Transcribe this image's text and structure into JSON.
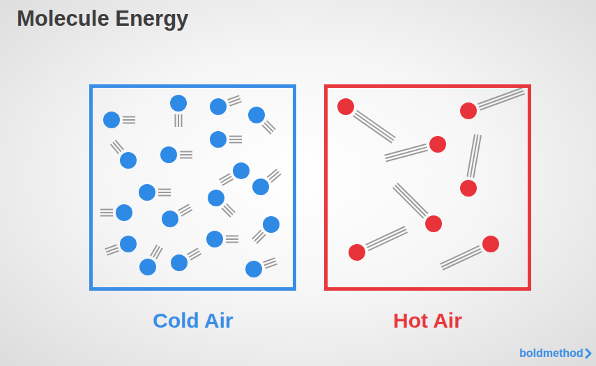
{
  "diagram": {
    "title": "Molecule Energy",
    "nodes": [
      {
        "text": [
          "Cold Air"
        ]
      },
      {
        "text": [
          "Hot Air"
        ]
      }
    ],
    "labels": [
      "boldmethod"
    ]
  }
}
